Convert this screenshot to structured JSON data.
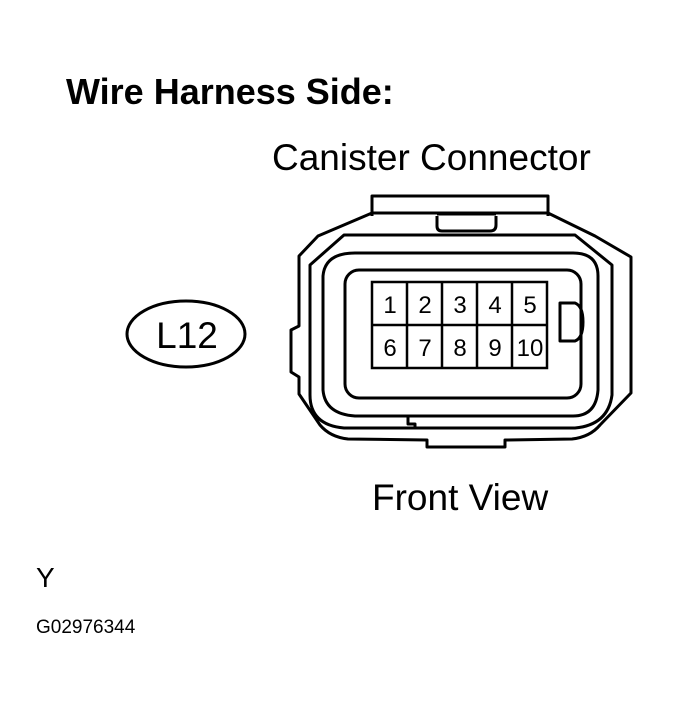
{
  "heading": "Wire Harness Side:",
  "connector_name": "Canister Connector",
  "connector_code": "L12",
  "view_label": "Front View",
  "wire_color": "Y",
  "figure_id": "G02976344",
  "pins": {
    "top_row": [
      "1",
      "2",
      "3",
      "4",
      "5"
    ],
    "bottom_row": [
      "6",
      "7",
      "8",
      "9",
      "10"
    ]
  },
  "colors": {
    "line": "#000000",
    "background": "#ffffff"
  }
}
